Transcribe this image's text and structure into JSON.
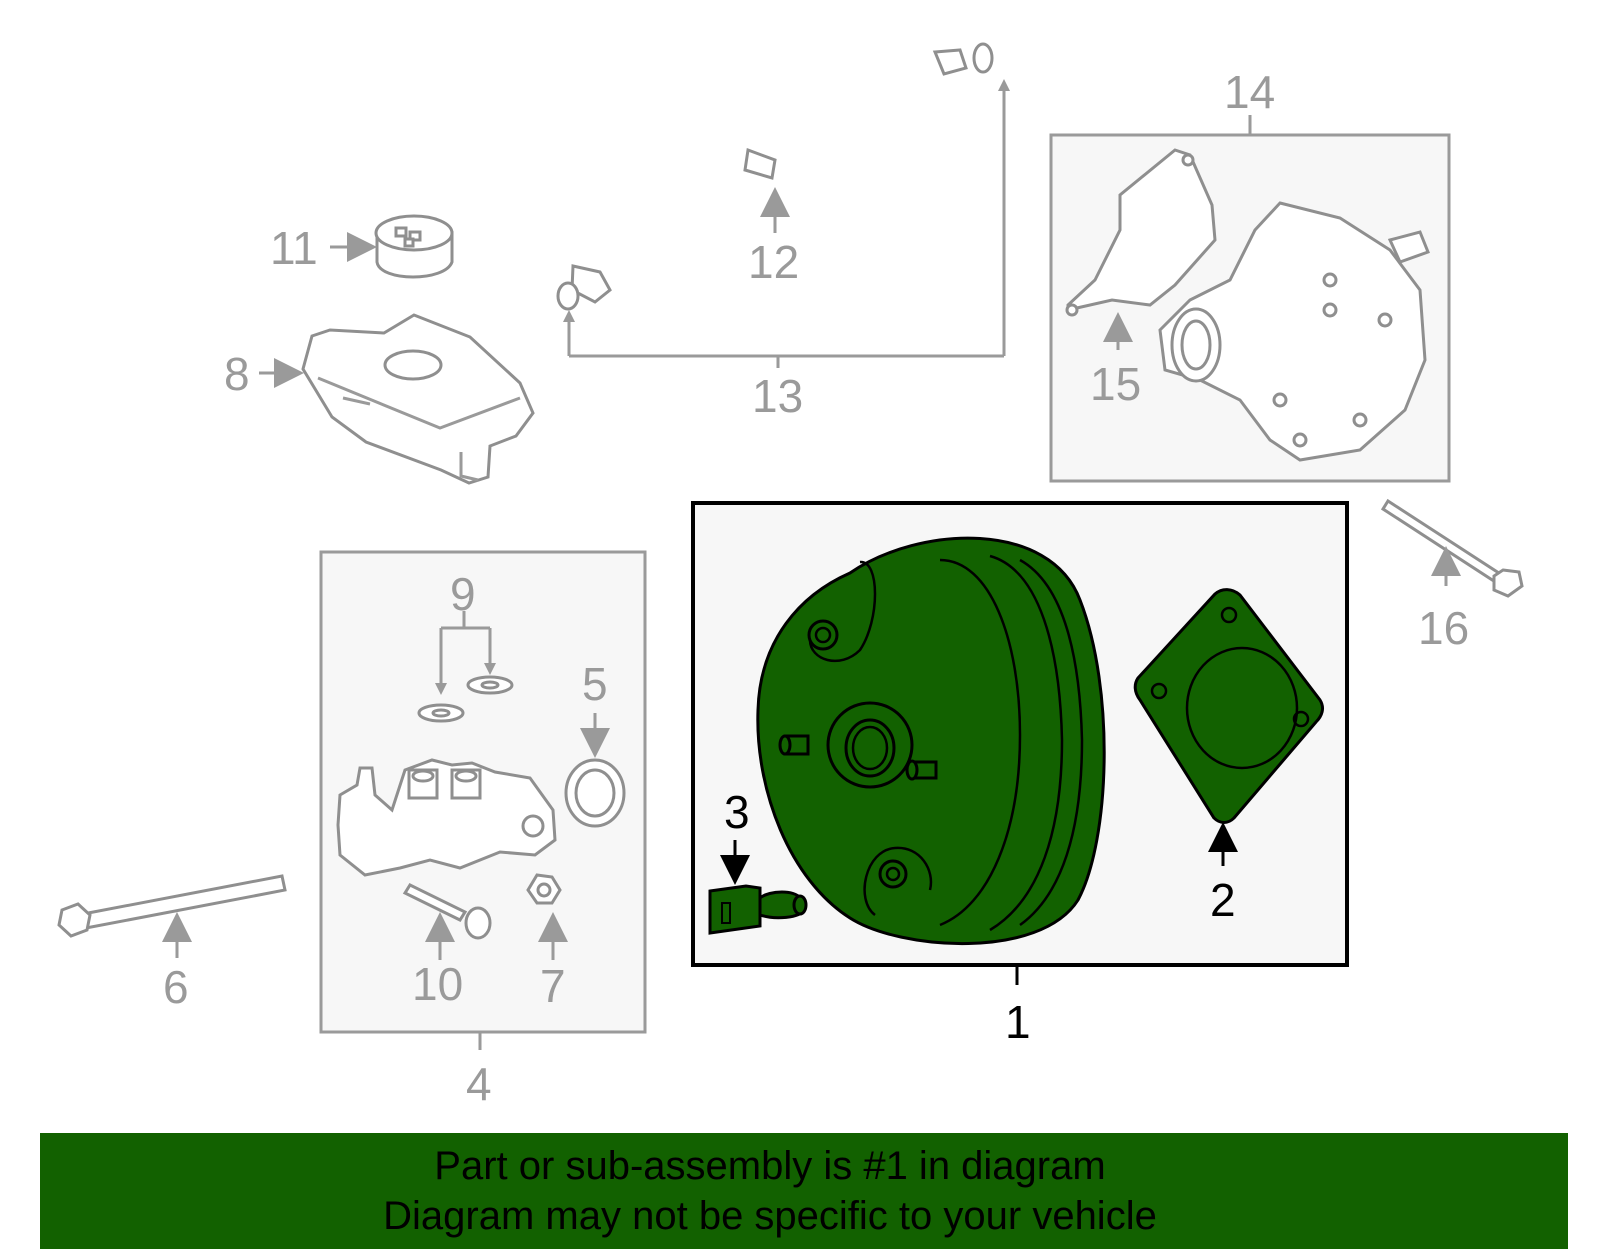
{
  "callouts": {
    "c1": "1",
    "c2": "2",
    "c3": "3",
    "c4": "4",
    "c5": "5",
    "c6": "6",
    "c7": "7",
    "c8": "8",
    "c9": "9",
    "c10": "10",
    "c11": "11",
    "c12": "12",
    "c13": "13",
    "c14": "14",
    "c15": "15",
    "c16": "16"
  },
  "highlighted_part": "1",
  "colors": {
    "highlight": "#126100",
    "inactive": "#9a9a9a",
    "box_fill": "#f7f7f7"
  },
  "banner": {
    "line1": "Part or sub-assembly is #1 in diagram",
    "line2": "Diagram may not be specific to your vehicle"
  }
}
